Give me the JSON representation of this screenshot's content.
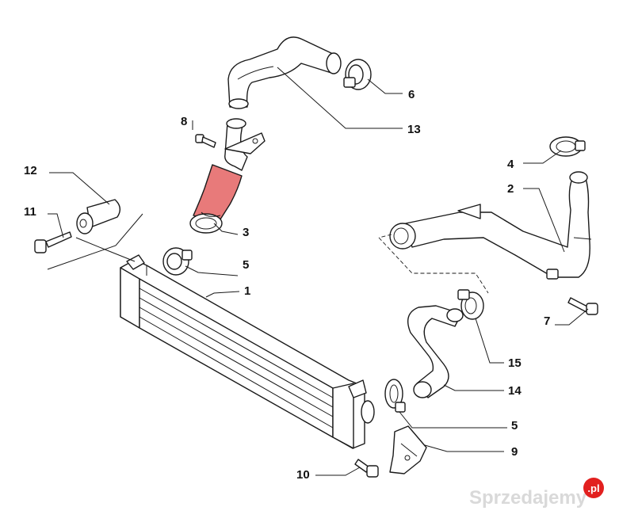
{
  "diagram": {
    "highlight_color": "#e87a7a",
    "line_color": "#1a1a1a",
    "callouts": {
      "c1": "1",
      "c2": "2",
      "c3": "3",
      "c4": "4",
      "c5a": "5",
      "c5b": "5",
      "c6": "6",
      "c7": "7",
      "c8": "8",
      "c9": "9",
      "c10": "10",
      "c11": "11",
      "c12": "12",
      "c13": "13",
      "c14": "14",
      "c15": "15"
    }
  },
  "watermark": {
    "text": "Sprzedajemy",
    "badge": ".pl",
    "badge_color": "#e2201f"
  }
}
